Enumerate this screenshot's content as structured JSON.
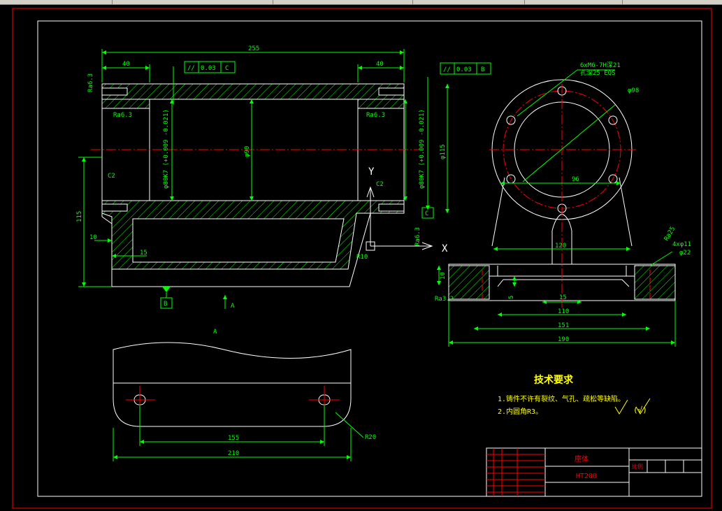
{
  "colors": {
    "background": "#000000",
    "border_red": "#ff0000",
    "outline": "#ffffff",
    "dimension": "#00ff00",
    "hatch": "#00ff00",
    "center_line": "#ff0000",
    "note_text": "#ffff00",
    "ucs_icon": "#ffffff"
  },
  "front_view": {
    "dims": {
      "overall_length": "255",
      "left_flange": "40",
      "right_flange": "40",
      "bore_left": "φ80K7 (+0.009 -0.021)",
      "bore_right": "φ80K7 (+0.009 -0.021)",
      "bore_mid": "φ90",
      "height": "115",
      "base_thk": "10",
      "pocket": "15",
      "r_fillet": "R10",
      "outer_dia": "φ115",
      "chamfer_left": "C2",
      "chamfer_right": "C2"
    },
    "tolerance_left": {
      "symbol": "//",
      "value": "0.03",
      "datum": "C"
    },
    "tolerance_right": {
      "symbol": "//",
      "value": "0.03",
      "datum": "B"
    },
    "roughness": {
      "top_left": "Ra6.3",
      "inner_left": "Ra6.3",
      "inner_right": "Ra6.3",
      "right": "Ra6.3"
    },
    "datum_b": "B",
    "datum_c": "C",
    "section_arrow": "A",
    "ucs": {
      "x": "X",
      "y": "Y"
    }
  },
  "side_view": {
    "dims": {
      "thread_note_1": "6xM6-7H深21",
      "thread_note_2": "孔深25 EQS",
      "pcd": "φ98",
      "bolt_span": "96",
      "base_inner": "120",
      "base_thk": "10",
      "slot_h": "5",
      "slot_w": "15",
      "len_110": "110",
      "len_151": "151",
      "len_190": "190",
      "holes": "4xφ11",
      "cbore": "φ22",
      "rough_base": "Ra3.2",
      "rough_top": "Ra25"
    }
  },
  "view_a": {
    "label": "A",
    "dims": {
      "hole_span": "155",
      "length": "210",
      "radius": "R20"
    }
  },
  "notes": {
    "title": "技术要求",
    "line1": "1.铸件不许有裂纹、气孔、疏松等缺陷。",
    "line2": "2.内圆角R3。",
    "roughness_mark": "(√)"
  },
  "title_block": {
    "part_name": "座体",
    "material": "HT200",
    "scale_label": "比例"
  }
}
